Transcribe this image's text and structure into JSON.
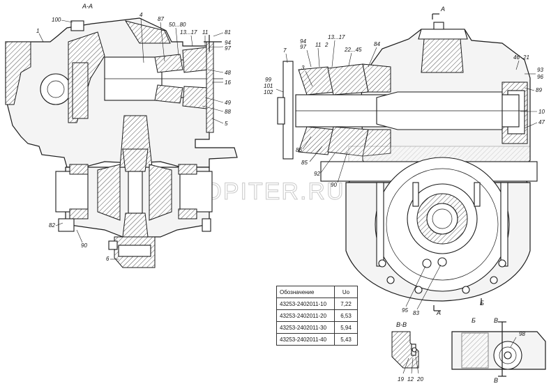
{
  "section_labels": {
    "aa_left": "A-A",
    "a_top": "A",
    "a_bottom": "A",
    "b_arrow": "Б",
    "bb_section": "B-B",
    "b_view": "Б",
    "v_top": "В",
    "v_bottom": "В"
  },
  "watermark": "AUTOPITER.RU",
  "callouts": {
    "n100": "100",
    "n1": "1",
    "n4": "4",
    "n87": "87",
    "n50_80": "50...80",
    "n13_17a": "13...17",
    "n11a": "11",
    "n81": "81",
    "n94a": "94",
    "n97a": "97",
    "n48": "48",
    "n16": "16",
    "n49": "49",
    "n88": "88",
    "n5": "5",
    "n82": "82",
    "n90a": "90",
    "n6": "6",
    "n7": "7",
    "n94b": "94",
    "n97b": "97",
    "n11b": "11",
    "n13_17b": "13...17",
    "n2": "2",
    "n22_45": "22...45",
    "n84": "84",
    "n46": "46",
    "n21": "21",
    "n93": "93",
    "n96": "96",
    "n89": "89",
    "n3": "3",
    "n99": "99",
    "n101": "101",
    "n102": "102",
    "n10": "10",
    "n47": "47",
    "n86": "86",
    "n85": "85",
    "n92": "92",
    "n90b": "90",
    "n95": "95",
    "n83": "83",
    "n19": "19",
    "n12": "12",
    "n20": "20",
    "n98": "98"
  },
  "ratio_table": {
    "header": [
      "Обозначение",
      "Uo"
    ],
    "rows": [
      [
        "43253-2402011-10",
        "7,22"
      ],
      [
        "43253-2402011-20",
        "6,53"
      ],
      [
        "43253-2402011-30",
        "5,94"
      ],
      [
        "43253-2402011-40",
        "5,43"
      ]
    ]
  }
}
